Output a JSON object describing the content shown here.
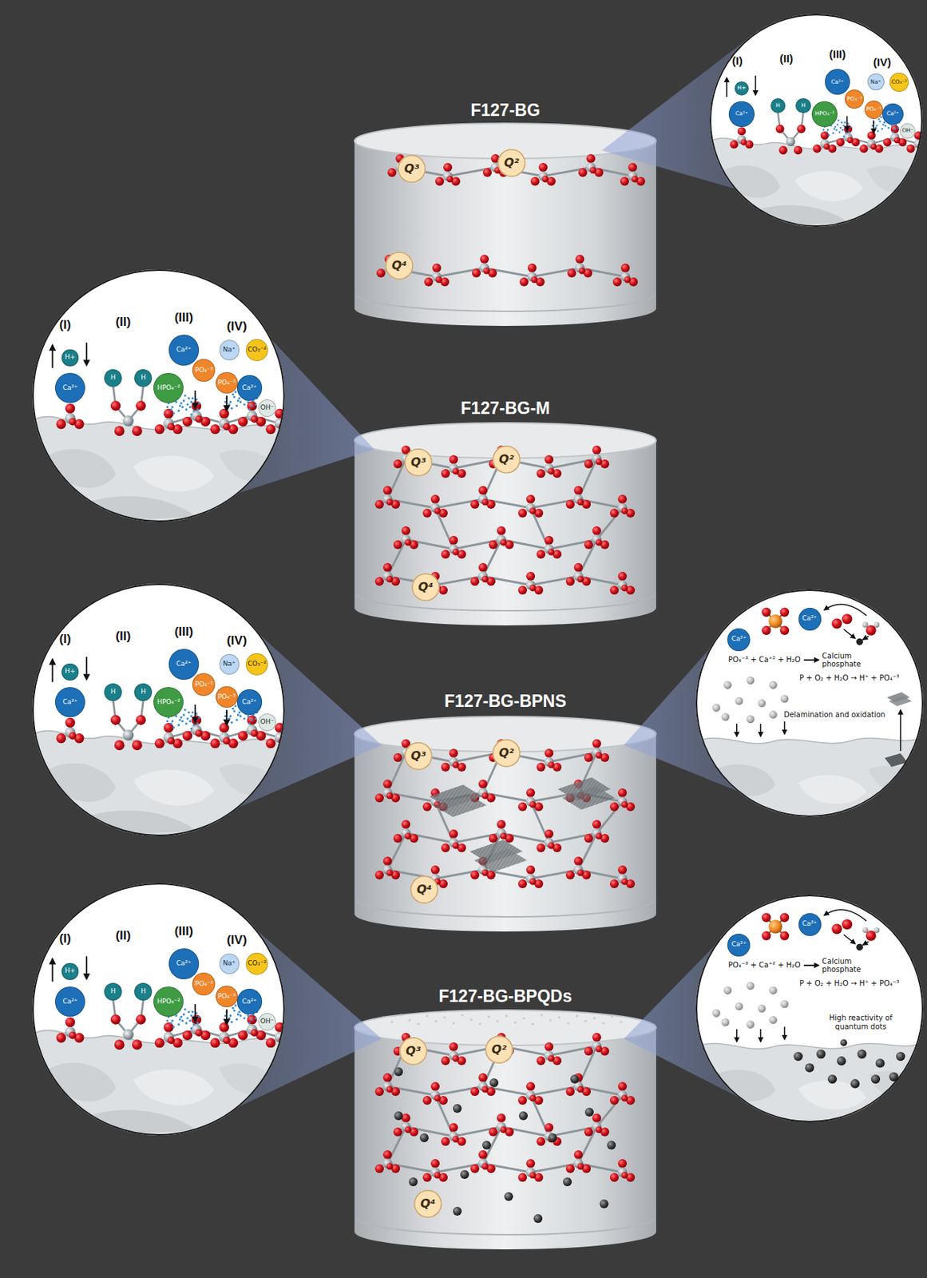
{
  "diagram": {
    "nodes": [
      {
        "text": [
          "F127-BG"
        ]
      },
      {
        "text": [
          "Q³"
        ],
        "in": 0
      },
      {
        "text": [
          "Q²"
        ],
        "in": 0
      },
      {
        "text": [
          "Q⁴"
        ],
        "in": 0
      },
      {
        "text": [
          "(I)",
          "(II)",
          "(III)",
          "(IV)"
        ]
      },
      {
        "text": [
          "H+"
        ],
        "in": 4
      },
      {
        "text": [
          "Ca²⁺"
        ],
        "in": 4
      },
      {
        "text": [
          "H"
        ],
        "in": 4
      },
      {
        "text": [
          "H"
        ],
        "in": 4
      },
      {
        "text": [
          "Ca²⁺"
        ],
        "in": 4
      },
      {
        "text": [
          "HPO₄⁻²"
        ],
        "in": 4
      },
      {
        "text": [
          "PO₄⁻³"
        ],
        "in": 4
      },
      {
        "text": [
          "Na⁺"
        ],
        "in": 4
      },
      {
        "text": [
          "CO₃⁻²"
        ],
        "in": 4
      },
      {
        "text": [
          "PO₄⁻³"
        ],
        "in": 4
      },
      {
        "text": [
          "Ca²⁺"
        ],
        "in": 4
      },
      {
        "text": [
          "OH⁻"
        ],
        "in": 4
      },
      {
        "text": [
          "(I)",
          "(II)",
          "(III)",
          "(IV)"
        ]
      },
      {
        "text": [
          "H+"
        ],
        "in": 17
      },
      {
        "text": [
          "Ca²⁺"
        ],
        "in": 17
      },
      {
        "text": [
          "H"
        ],
        "in": 17
      },
      {
        "text": [
          "H"
        ],
        "in": 17
      },
      {
        "text": [
          "Ca²⁺"
        ],
        "in": 17
      },
      {
        "text": [
          "HPO₄⁻²"
        ],
        "in": 17
      },
      {
        "text": [
          "PO₄⁻³"
        ],
        "in": 17
      },
      {
        "text": [
          "Na⁺"
        ],
        "in": 17
      },
      {
        "text": [
          "CO₃⁻²"
        ],
        "in": 17
      },
      {
        "text": [
          "PO₄⁻³"
        ],
        "in": 17
      },
      {
        "text": [
          "Ca²⁺"
        ],
        "in": 17
      },
      {
        "text": [
          "OH⁻"
        ],
        "in": 17
      },
      {
        "text": [
          "F127-BG-M"
        ]
      },
      {
        "text": [
          "Q³"
        ],
        "in": 30
      },
      {
        "text": [
          "Q²"
        ],
        "in": 30
      },
      {
        "text": [
          "Q⁴"
        ],
        "in": 30
      },
      {
        "text": [
          "(I)",
          "(II)",
          "(III)",
          "(IV)"
        ]
      },
      {
        "text": [
          "H+"
        ],
        "in": 34
      },
      {
        "text": [
          "Ca²⁺"
        ],
        "in": 34
      },
      {
        "text": [
          "H"
        ],
        "in": 34
      },
      {
        "text": [
          "H"
        ],
        "in": 34
      },
      {
        "text": [
          "Ca²⁺"
        ],
        "in": 34
      },
      {
        "text": [
          "HPO₄⁻²"
        ],
        "in": 34
      },
      {
        "text": [
          "PO₄⁻³"
        ],
        "in": 34
      },
      {
        "text": [
          "Na⁺"
        ],
        "in": 34
      },
      {
        "text": [
          "CO₃⁻²"
        ],
        "in": 34
      },
      {
        "text": [
          "PO₄⁻³"
        ],
        "in": 34
      },
      {
        "text": [
          "Ca²⁺"
        ],
        "in": 34
      },
      {
        "text": [
          "OH⁻"
        ],
        "in": 34
      },
      {
        "text": [
          "F127-BG-BPNS"
        ]
      },
      {
        "text": [
          "Q³"
        ],
        "in": 47
      },
      {
        "text": [
          "Q²"
        ],
        "in": 47
      },
      {
        "text": [
          "Q⁴"
        ],
        "in": 47
      },
      {
        "text": [
          "PO₄⁻³ + Ca⁺² + H₂O",
          "Calcium phosphate",
          "P + O₂ + H₂O → H⁺ + PO₄⁻³",
          "Delamination and oxidation"
        ]
      },
      {
        "text": [
          "Ca²⁺"
        ],
        "in": 51
      },
      {
        "text": [
          "Ca²⁺"
        ],
        "in": 51
      },
      {
        "text": [
          "(I)",
          "(II)",
          "(III)",
          "(IV)"
        ]
      },
      {
        "text": [
          "H+"
        ],
        "in": 54
      },
      {
        "text": [
          "Ca²⁺"
        ],
        "in": 54
      },
      {
        "text": [
          "H"
        ],
        "in": 54
      },
      {
        "text": [
          "H"
        ],
        "in": 54
      },
      {
        "text": [
          "Ca²⁺"
        ],
        "in": 54
      },
      {
        "text": [
          "HPO₄⁻²"
        ],
        "in": 54
      },
      {
        "text": [
          "PO₄⁻³"
        ],
        "in": 54
      },
      {
        "text": [
          "Na⁺"
        ],
        "in": 54
      },
      {
        "text": [
          "CO₃⁻²"
        ],
        "in": 54
      },
      {
        "text": [
          "PO₄⁻³"
        ],
        "in": 54
      },
      {
        "text": [
          "Ca²⁺"
        ],
        "in": 54
      },
      {
        "text": [
          "OH⁻"
        ],
        "in": 54
      },
      {
        "text": [
          "F127-BG-BPQDs"
        ]
      },
      {
        "text": [
          "Q³"
        ],
        "in": 67
      },
      {
        "text": [
          "Q²"
        ],
        "in": 67
      },
      {
        "text": [
          "Q⁴"
        ],
        "in": 67
      },
      {
        "text": [
          "PO₄⁻³ + Ca⁺² + H₂O",
          "Calcium phosphate",
          "P + O₂ + H₂O → H⁺ + PO₄⁻³",
          "High reactivity of quantum dots"
        ]
      },
      {
        "text": [
          "Ca²⁺"
        ],
        "in": 71
      },
      {
        "text": [
          "Ca²⁺"
        ],
        "in": 71
      }
    ]
  }
}
